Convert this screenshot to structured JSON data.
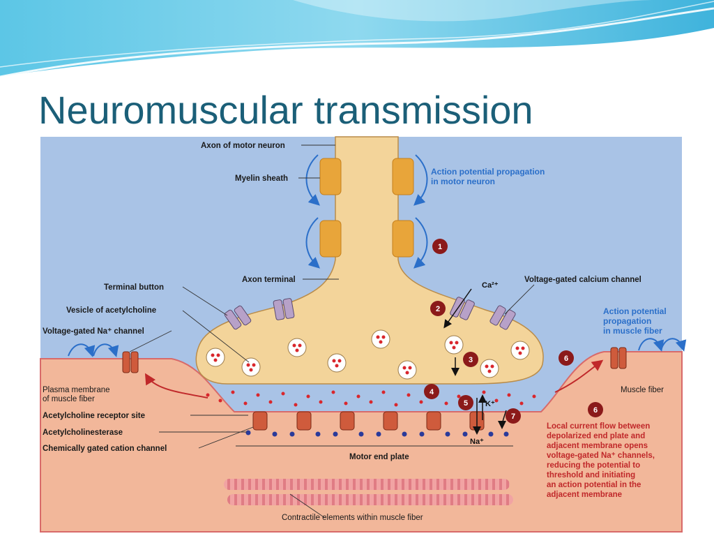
{
  "slide": {
    "title": "Neuromuscular transmission"
  },
  "labels": {
    "axon_of_motor_neuron": "Axon of motor neuron",
    "myelin_sheath": "Myelin sheath",
    "axon_terminal": "Axon terminal",
    "terminal_button": "Terminal button",
    "vesicle_of_acetylcholine": "Vesicle of acetylcholine",
    "voltage_gated_na_channel": "Voltage-gated Na⁺ channel",
    "plasma_membrane": [
      "Plasma membrane",
      "of muscle fiber"
    ],
    "acetylcholine_receptor_site": "Acetylcholine receptor site",
    "acetylcholinesterase": "Acetylcholinesterase",
    "chemically_gated_cation_channel": "Chemically gated cation channel",
    "motor_end_plate": "Motor end plate",
    "contractile_elements": "Contractile elements within muscle fiber",
    "voltage_gated_calcium_channel": "Voltage-gated calcium channel",
    "muscle_fiber": "Muscle fiber",
    "ap_motor_neuron": [
      "Action potential propagation",
      "in motor neuron"
    ],
    "ap_muscle_fiber": [
      "Action potential",
      "propagation",
      "in muscle fiber"
    ],
    "local_current": [
      "Local current flow between",
      "depolarized end plate and",
      "adjacent membrane opens",
      "voltage-gated Na⁺ channels,",
      "reducing the potential to",
      "threshold and initiating",
      "an action potential in the",
      "adjacent membrane"
    ]
  },
  "ions": {
    "calcium": "Ca²⁺",
    "potassium": "K⁺",
    "sodium": "Na⁺"
  },
  "steps": [
    "1",
    "2",
    "3",
    "4",
    "5",
    "6",
    "6",
    "7"
  ],
  "colors": {
    "title": "#1b5f78",
    "background_fluid": "#a9c3e6",
    "neuron": "#f3d49a",
    "myelin": "#e8a53a",
    "muscle": "#f2b79a",
    "acetylcholine": "#d9262c",
    "step_badge": "#8b1a1a",
    "blue_text": "#2b6fc9",
    "red_text": "#c0282a"
  }
}
